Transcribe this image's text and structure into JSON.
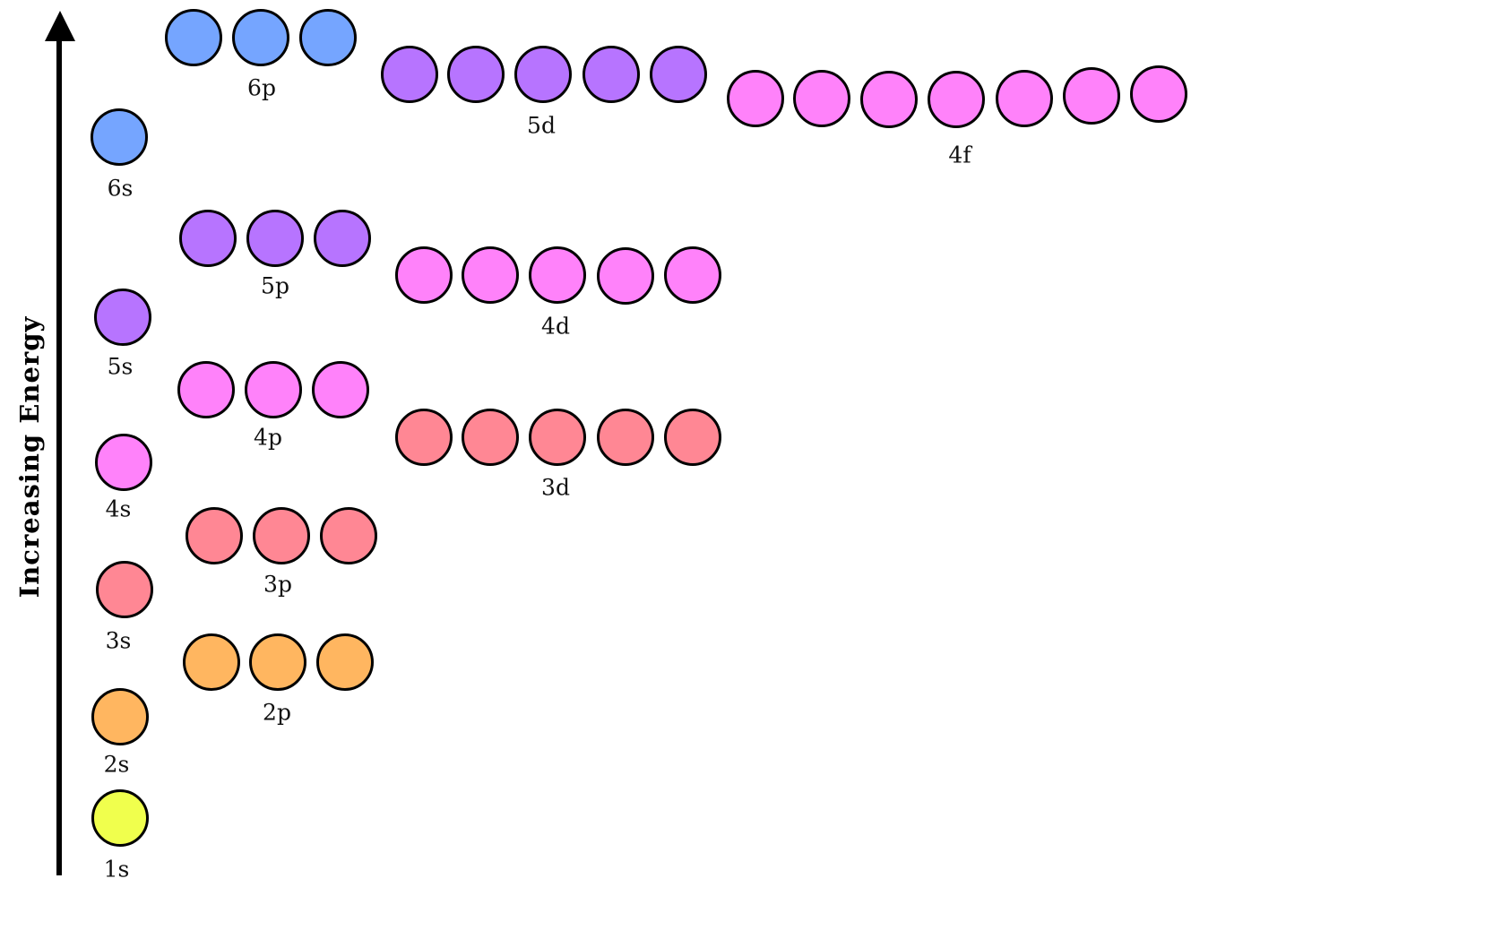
{
  "axis": {
    "title": "Increasing Energy",
    "direction": "up"
  },
  "colors": {
    "yellow": "#f0ff4d",
    "orange": "#ffb660",
    "red": "#ff8794",
    "pink": "#ff82fa",
    "purple": "#b774ff",
    "blue": "#75a5ff"
  },
  "orbitals": [
    {
      "label": "1s",
      "count": 1,
      "color": "yellow"
    },
    {
      "label": "2s",
      "count": 1,
      "color": "orange"
    },
    {
      "label": "2p",
      "count": 3,
      "color": "orange"
    },
    {
      "label": "3s",
      "count": 1,
      "color": "red"
    },
    {
      "label": "3p",
      "count": 3,
      "color": "red"
    },
    {
      "label": "4s",
      "count": 1,
      "color": "pink"
    },
    {
      "label": "3d",
      "count": 5,
      "color": "red"
    },
    {
      "label": "4p",
      "count": 3,
      "color": "pink"
    },
    {
      "label": "5s",
      "count": 1,
      "color": "purple"
    },
    {
      "label": "4d",
      "count": 5,
      "color": "pink"
    },
    {
      "label": "5p",
      "count": 3,
      "color": "purple"
    },
    {
      "label": "6s",
      "count": 1,
      "color": "blue"
    },
    {
      "label": "4f",
      "count": 7,
      "color": "pink"
    },
    {
      "label": "5d",
      "count": 5,
      "color": "purple"
    },
    {
      "label": "6p",
      "count": 3,
      "color": "blue"
    }
  ]
}
